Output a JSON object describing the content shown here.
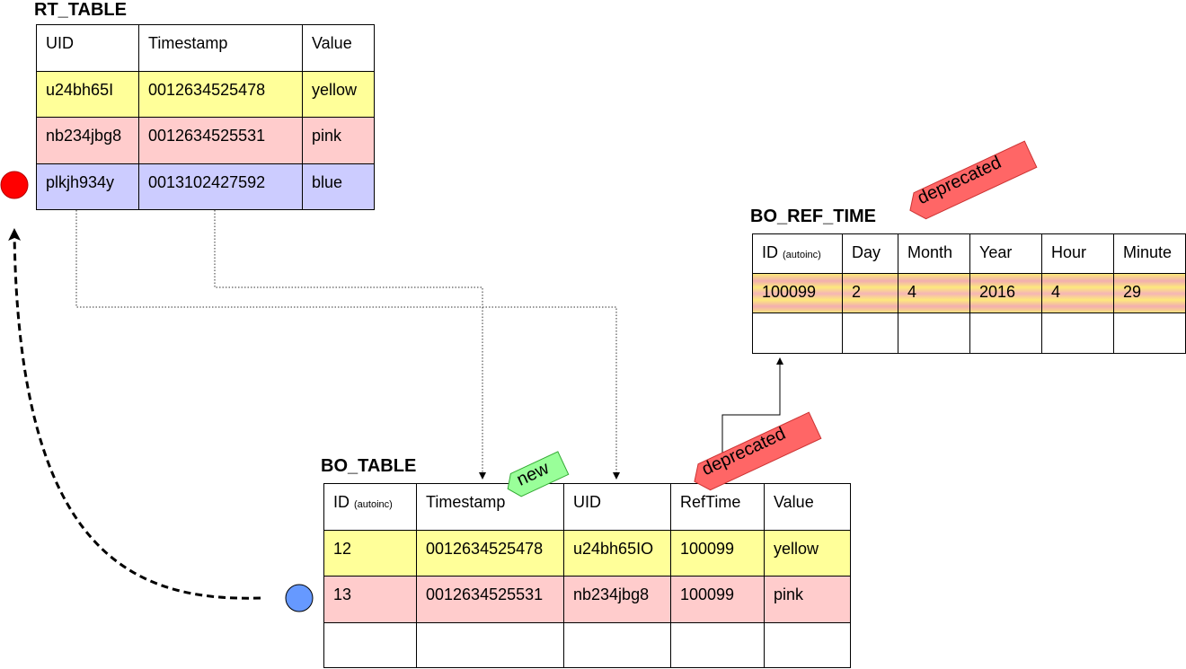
{
  "rt_table": {
    "title": "RT_TABLE",
    "headers": [
      "UID",
      "Timestamp",
      "Value"
    ],
    "rows": [
      [
        "u24bh65I",
        "0012634525478",
        "yellow"
      ],
      [
        "nb234jbg8",
        "0012634525531",
        "pink"
      ],
      [
        "plkjh934y",
        "0013102427592",
        "blue"
      ]
    ]
  },
  "bo_table": {
    "title": "BO_TABLE",
    "headers": [
      "ID",
      "Timestamp",
      "UID",
      "RefTime",
      "Value"
    ],
    "id_suffix": "(autoinc)",
    "rows": [
      [
        "12",
        "0012634525478",
        "u24bh65IO",
        "100099",
        "yellow"
      ],
      [
        "13",
        "0012634525531",
        "nb234jbg8",
        "100099",
        "pink"
      ]
    ]
  },
  "bo_ref_time": {
    "title": "BO_REF_TIME",
    "headers": [
      "ID",
      "Day",
      "Month",
      "Year",
      "Hour",
      "Minute"
    ],
    "id_suffix": "(autoinc)",
    "rows": [
      [
        "100099",
        "2",
        "4",
        "2016",
        "4",
        "29"
      ]
    ]
  },
  "tags": {
    "new": "new",
    "deprecated_bo_table": "deprecated",
    "deprecated_bo_ref_time": "deprecated"
  },
  "colors": {
    "yellow_row": "#ffff99",
    "pink_row": "#ffcccc",
    "blue_row": "#ccccff",
    "new_tag": "#99ff99",
    "deprecated_tag": "#ff6666",
    "red_dot": "#ff0000",
    "blue_dot": "#6699ff"
  }
}
